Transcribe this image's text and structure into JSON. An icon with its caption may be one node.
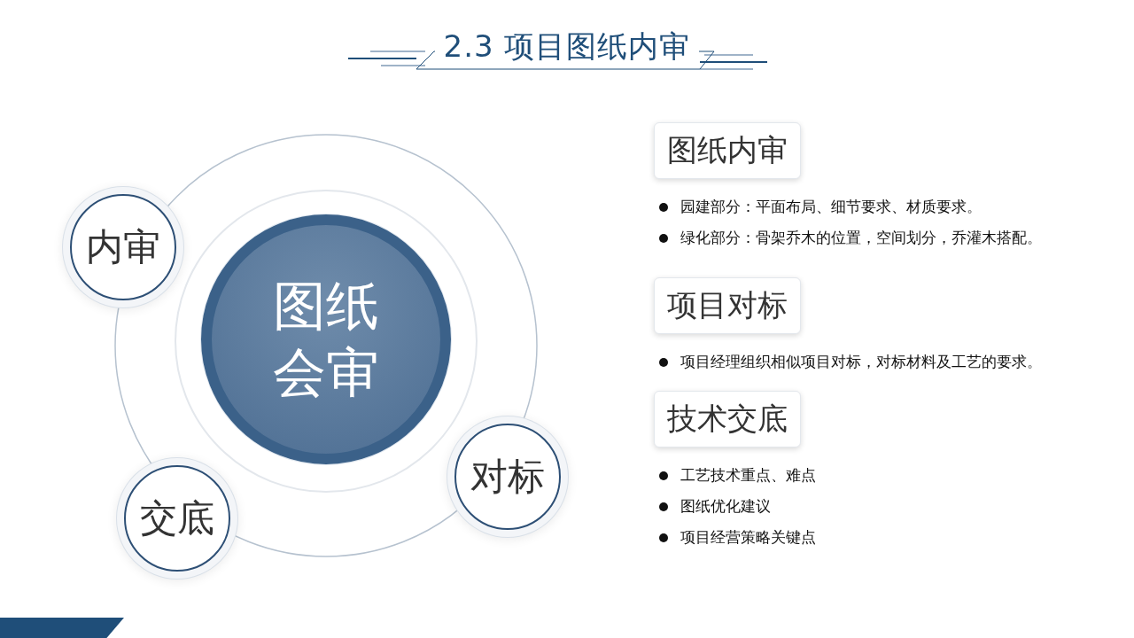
{
  "diagram": {
    "title": "2.3 项目图纸内审",
    "nodes": [
      {
        "text": [
          "图纸会审"
        ]
      },
      {
        "text": [
          "内审"
        ]
      },
      {
        "text": [
          "对标"
        ]
      },
      {
        "text": [
          "交底"
        ]
      },
      {
        "text": [
          "图纸内审"
        ],
        "beside": [
          "园建部分：平面布局、细节要求、材质要求。",
          "绿化部分：骨架乔木的位置，空间划分，乔灌木搭配。"
        ]
      },
      {
        "text": [
          "项目对标"
        ],
        "beside": [
          "项目经理组织相似项目对标，对标材料及工艺的要求。"
        ]
      },
      {
        "text": [
          "技术交底"
        ],
        "beside": [
          "工艺技术重点、难点",
          "图纸优化建议",
          "项目经营策略关键点"
        ]
      }
    ]
  }
}
